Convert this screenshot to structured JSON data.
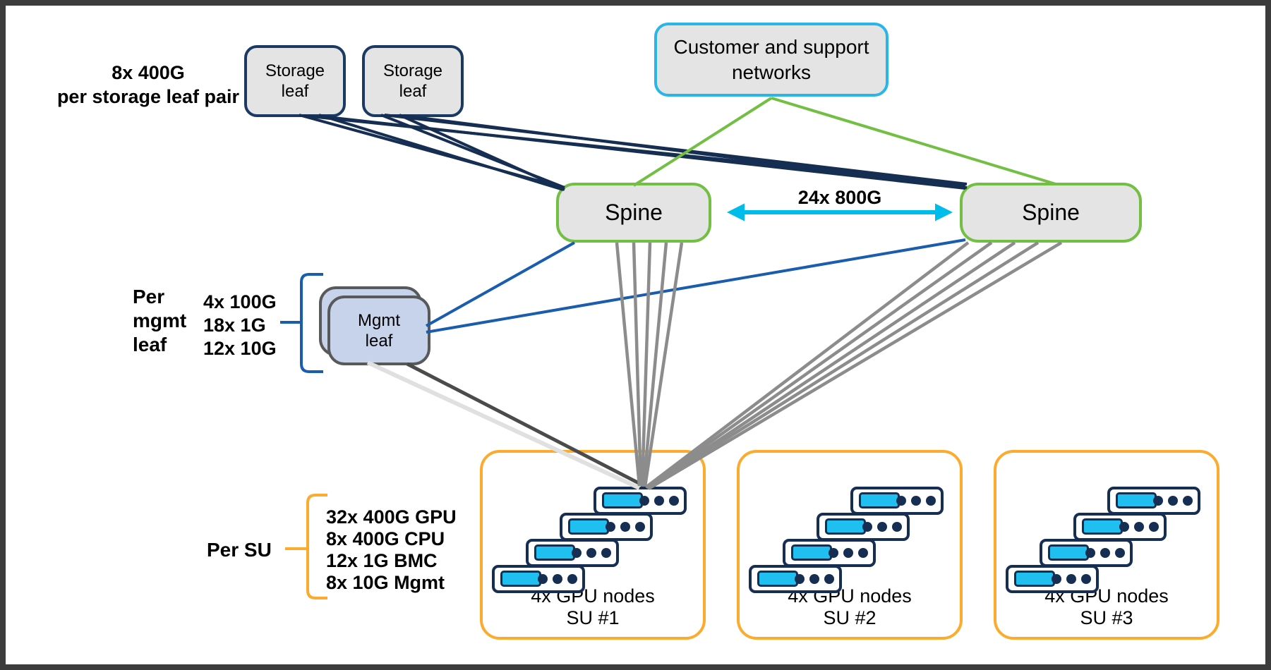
{
  "page": {
    "background": "#ffffff",
    "frame_color": "#3c3c3c"
  },
  "palette": {
    "navy_link": "#152e52",
    "green_link": "#72bf44",
    "customer_border": "#29b5e8",
    "arrow_cyan": "#00bceb",
    "orange": "#fbab2d",
    "blue_link": "#1a5cad",
    "gray_link": "#8c8c8c",
    "dark_gray_link": "#4b4b4b",
    "light_gray_link": "#e0e0e0",
    "box_fill": "#e4e4e4",
    "mgmt_fill": "#c7d3ea",
    "mgmt_border": "#58595b",
    "gpu_chip_cyan": "#1fc0f0"
  },
  "nodes": {
    "storage_leaf_1": {
      "line1": "Storage",
      "line2": "leaf"
    },
    "storage_leaf_2": {
      "line1": "Storage",
      "line2": "leaf"
    },
    "customer_networks": {
      "line1": "Customer and support",
      "line2": "networks"
    },
    "spine_left": {
      "label": "Spine"
    },
    "spine_right": {
      "label": "Spine"
    },
    "mgmt_leaf": {
      "line1": "Mgmt",
      "line2": "leaf"
    }
  },
  "annotations": {
    "storage_ports": {
      "line1": "8x 400G",
      "line2": "per storage leaf pair"
    },
    "spine_link": {
      "label": "24x 800G"
    },
    "mgmt": {
      "caption_line1": "Per",
      "caption_line2": "mgmt",
      "caption_line3": "leaf",
      "ports": [
        "4x 100G",
        "18x 1G",
        "12x 10G"
      ]
    },
    "per_su": {
      "caption": "Per SU",
      "ports": [
        "32x 400G GPU",
        "8x 400G CPU",
        "12x 1G BMC",
        "8x 10G Mgmt"
      ]
    }
  },
  "sus": [
    {
      "line1": "4x GPU nodes",
      "line2": "SU #1"
    },
    {
      "line1": "4x GPU nodes",
      "line2": "SU #2"
    },
    {
      "line1": "4x GPU nodes",
      "line2": "SU #3"
    }
  ]
}
